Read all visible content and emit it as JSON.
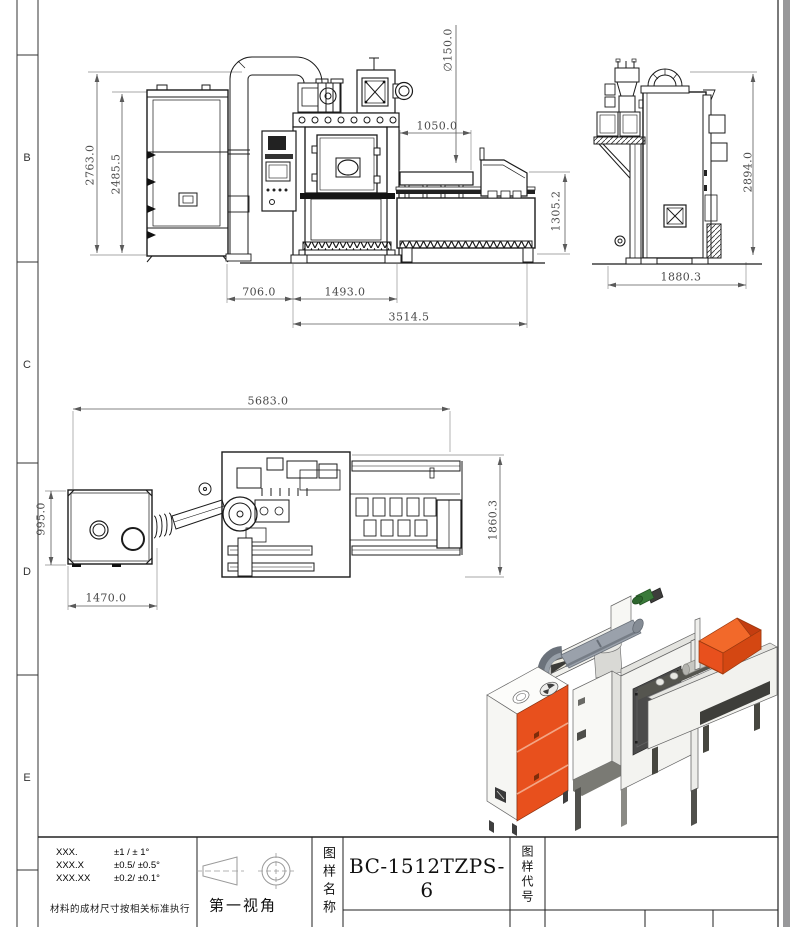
{
  "drawing": {
    "zones": [
      "B",
      "C",
      "D",
      "E"
    ],
    "front_view": {
      "overall_height": "2763.0",
      "collector_height": "2485.5",
      "roller_diameter": "∅150.0",
      "roller_section_length": "1050.0",
      "conveyor_height": "1305.2",
      "collector_offset": "706.0",
      "cabinet_width": "1493.0",
      "overall_width": "3514.5"
    },
    "side_view": {
      "overall_height": "2894.0",
      "overall_depth": "1880.3"
    },
    "top_view": {
      "overall_length": "5683.0",
      "collector_depth": "995.0",
      "collector_width": "1470.0",
      "machine_depth": "1860.3"
    }
  },
  "title_block": {
    "tolerance_rows": [
      {
        "range": "XXX.",
        "value": "±1  / ± 1°"
      },
      {
        "range": "XXX.X",
        "value": "±0.5/ ±0.5°"
      },
      {
        "range": "XXX.XX",
        "value": "±0.2/ ±0.1°"
      }
    ],
    "material_note": "材料的成材尺寸按相关标准执行",
    "projection_label": "第一视角",
    "drawing_name_label": "图样名称",
    "drawing_name": "BC-1512TZPS-6",
    "drawing_code_label": "图样代号",
    "drawing_code": ""
  },
  "colors": {
    "accent_orange": "#e8501d",
    "line": "#1b1b1b",
    "dim": "#5a5a5a"
  }
}
